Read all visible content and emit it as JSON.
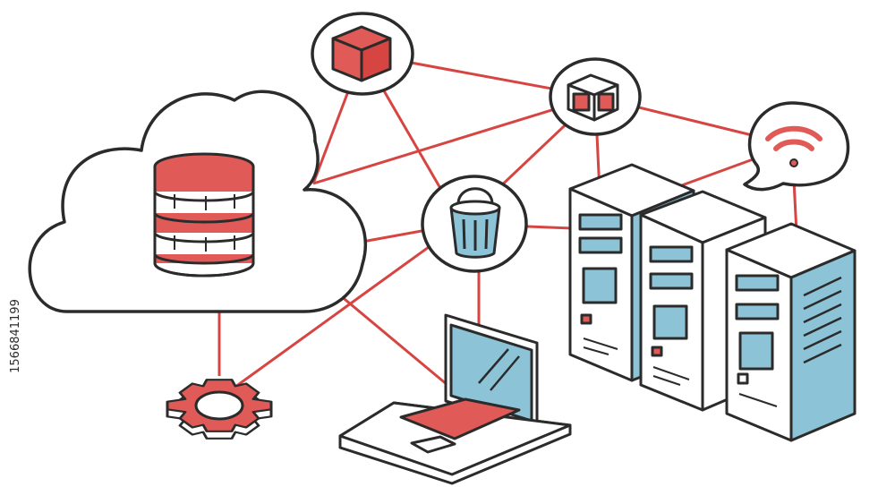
{
  "diagram": {
    "side_id": "1566841199",
    "colors": {
      "outline": "#2b2b2b",
      "accent_red": "#e05a57",
      "accent_blue": "#8cc3d6",
      "connector": "#d64541",
      "fill": "#ffffff"
    },
    "nodes": [
      {
        "id": "cloud",
        "icon": "cloud-icon",
        "contains": "database-icon"
      },
      {
        "id": "top-cube",
        "icon": "cube-icon"
      },
      {
        "id": "right-cube",
        "icon": "cube-icon"
      },
      {
        "id": "bucket",
        "icon": "bucket-icon"
      },
      {
        "id": "wifi",
        "icon": "wifi-icon"
      },
      {
        "id": "gear",
        "icon": "gear-icon"
      },
      {
        "id": "laptop",
        "icon": "laptop-icon"
      },
      {
        "id": "servers",
        "icon": "server-rack-icon",
        "count": 3
      }
    ]
  }
}
